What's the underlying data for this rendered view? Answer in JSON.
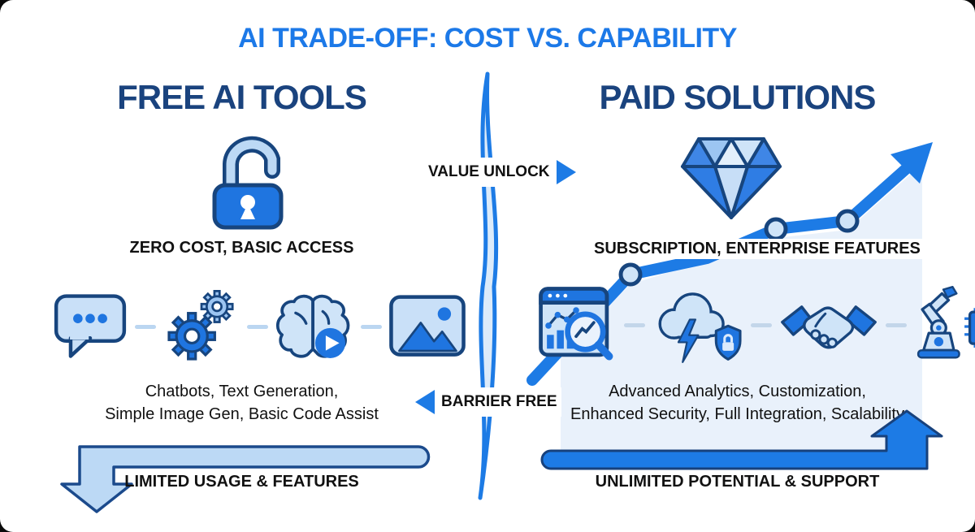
{
  "title": "AI TRADE-OFF: COST VS. CAPABILITY",
  "divider": {
    "value_unlock": "VALUE UNLOCK",
    "barrier_free": "BARRIER FREE"
  },
  "free": {
    "heading": "FREE AI TOOLS",
    "hero_icon": "open-padlock-icon",
    "tagline": "ZERO COST, BASIC ACCESS",
    "icon_names": [
      "chat-icon",
      "gears-icon",
      "brain-play-icon",
      "image-icon"
    ],
    "caption_line1": "Chatbots, Text Generation,",
    "caption_line2": "Simple Image Gen, Basic Code Assist",
    "banner": "LIMITED USAGE & FEATURES"
  },
  "paid": {
    "heading": "PAID SOLUTIONS",
    "hero_icon": "diamond-icon",
    "tagline": "SUBSCRIPTION, ENTERPRISE FEATURES",
    "icon_names": [
      "analytics-icon",
      "cloud-security-icon",
      "handshake-icon",
      "robot-chip-icon"
    ],
    "caption_line1": "Advanced Analytics, Customization,",
    "caption_line2": "Enhanced Security, Full Integration, Scalability",
    "banner": "UNLIMITED POTENTIAL & SUPPORT"
  },
  "colors": {
    "title_blue": "#1C79E8",
    "heading_navy": "#1A437E",
    "accent_blue": "#1D7BE5",
    "outline_navy": "#17457E",
    "light_blue": "#C9E0F8",
    "pale_blue": "#E9F1FB",
    "text_black": "#111111"
  }
}
